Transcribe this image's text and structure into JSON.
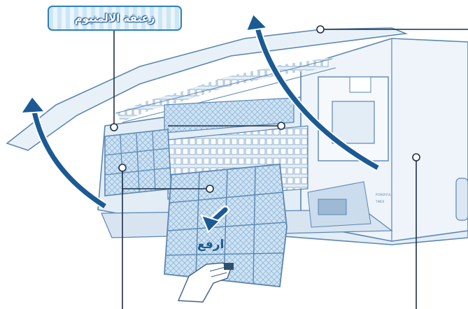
{
  "diagram": {
    "title_label": "زعنفة الالمنيوم",
    "lift_label": "ارفع",
    "unit_small_label_1": "POWERFUL",
    "unit_small_label_2": "TIMER",
    "colors": {
      "arrow": "#1b5a94",
      "outline": "#5b86b3",
      "body_fill": "#dce8f3",
      "filter_mesh": "#9fc6e6",
      "label_border": "#2d7fbf"
    }
  }
}
